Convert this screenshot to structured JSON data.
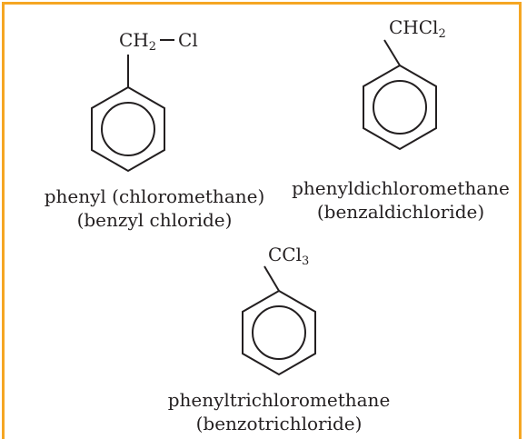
{
  "colors": {
    "frame": "#f5a623",
    "ink": "#231f20"
  },
  "compounds": [
    {
      "formula_main": "CH",
      "formula_sub": "2",
      "substituent": "Cl",
      "name_line1": "phenyl (chloromethane)",
      "name_line2": "(benzyl chloride)"
    },
    {
      "formula_main": "CHCl",
      "formula_sub": "2",
      "name_line1": "phenyldichloromethane",
      "name_line2": "(benzaldichloride)"
    },
    {
      "formula_main": "CCl",
      "formula_sub": "3",
      "name_line1": "phenyltrichloromethane",
      "name_line2": "(benzotrichloride)"
    }
  ]
}
